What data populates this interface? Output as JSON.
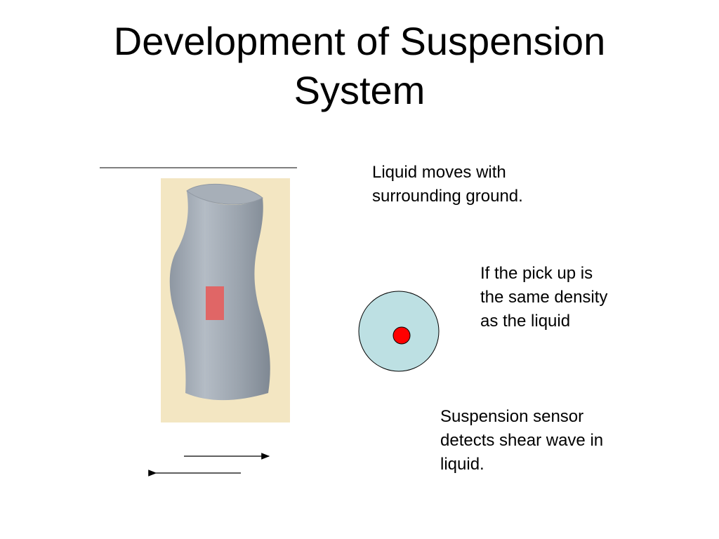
{
  "slide": {
    "title_lines": [
      "Development of Suspension",
      "System"
    ],
    "caption_top": [
      "Liquid moves with",
      "surrounding ground."
    ],
    "caption_middle": [
      "If the pick up is",
      "the same density",
      "as the liquid"
    ],
    "caption_bottom": [
      "Suspension sensor",
      "detects shear wave in",
      "liquid."
    ]
  },
  "colors": {
    "background_panel": "#f3e6c2",
    "column_fill": "#9aa3ad",
    "sensor_rect": "#e06666",
    "liquid_circle": "#bde0e3",
    "pickup_dot": "#ff0000"
  }
}
